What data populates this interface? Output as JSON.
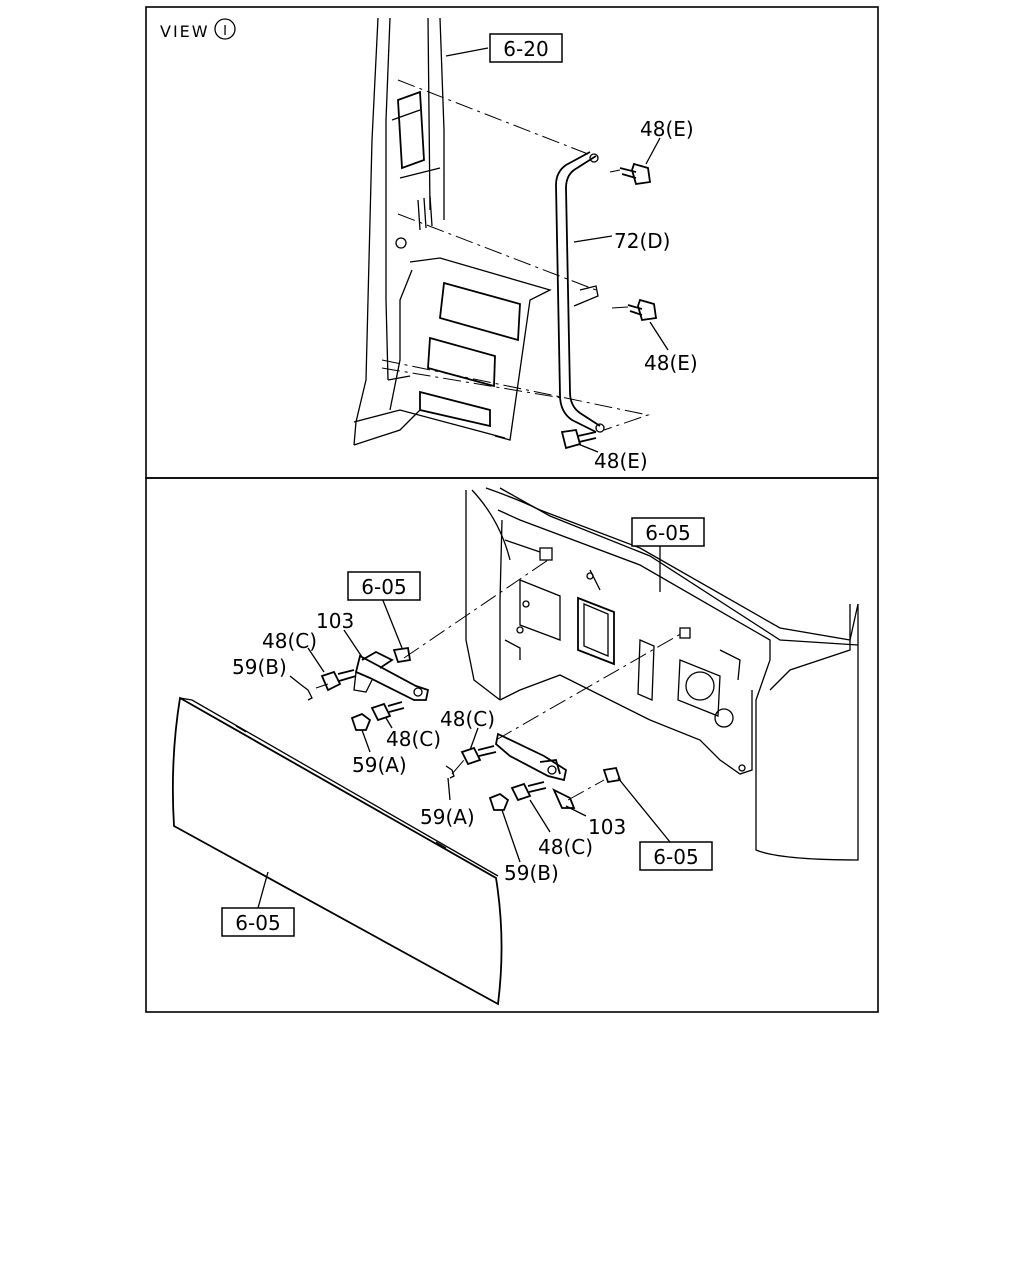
{
  "view_title": "VIEW",
  "view_marker": "I",
  "top_panel": {
    "refs": {
      "ref_6_20": "6-20"
    },
    "labels": {
      "bolt_top": "48(E)",
      "rod": "72(D)",
      "bolt_mid": "48(E)",
      "bolt_bottom": "48(E)"
    }
  },
  "bottom_panel": {
    "refs": {
      "cab_ref": "6-05",
      "left_bracket_ref": "6-05",
      "right_bolt_ref": "6-05",
      "panel_ref": "6-05"
    },
    "labels": {
      "left_103": "103",
      "left_48c_top": "48(C)",
      "left_59b": "59(B)",
      "left_48c_bottom": "48(C)",
      "left_59a": "59(A)",
      "right_48c_top": "48(C)",
      "right_59a": "59(A)",
      "right_48c_bottom": "48(C)",
      "right_103": "103",
      "right_59b": "59(B)"
    }
  }
}
